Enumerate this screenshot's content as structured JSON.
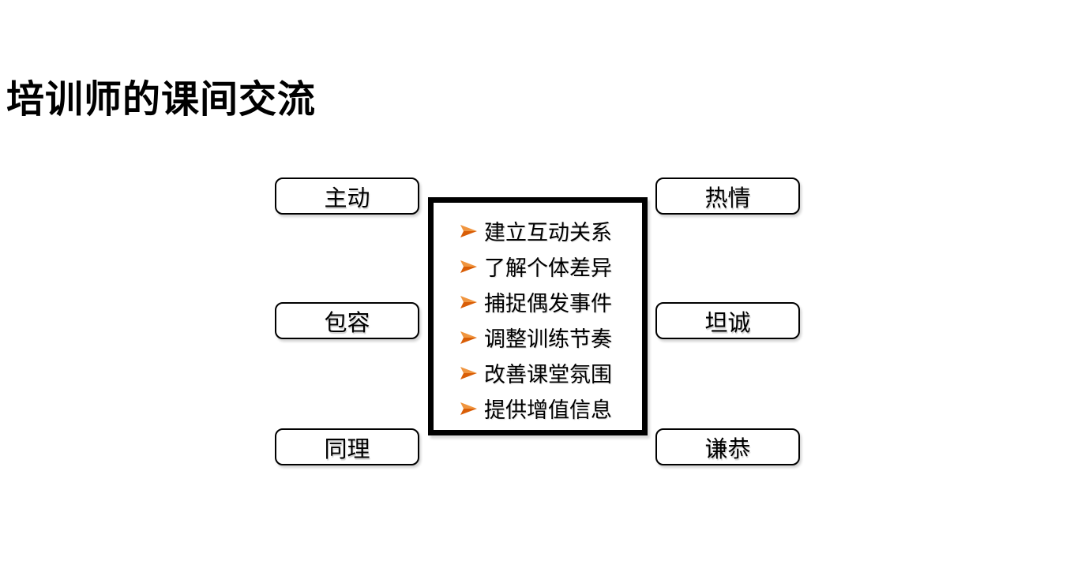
{
  "slide": {
    "title": "培训师的课间交流",
    "left_boxes": [
      {
        "label": "主动"
      },
      {
        "label": "包容"
      },
      {
        "label": "同理"
      }
    ],
    "right_boxes": [
      {
        "label": "热情"
      },
      {
        "label": "坦诚"
      },
      {
        "label": "谦恭"
      }
    ],
    "center_list": {
      "items": [
        "建立互动关系",
        "了解个体差异",
        "捕捉偶发事件",
        "调整训练节奏",
        "改善课堂氛围",
        "提供增值信息"
      ],
      "bullet_icon": "arrowhead-right-icon",
      "bullet_color": "#E36C09"
    },
    "colors": {
      "background": "#FFFFFF",
      "text": "#000000",
      "box_border": "#000000",
      "center_border": "#000000",
      "bullet_accent": "#E36C09"
    }
  }
}
